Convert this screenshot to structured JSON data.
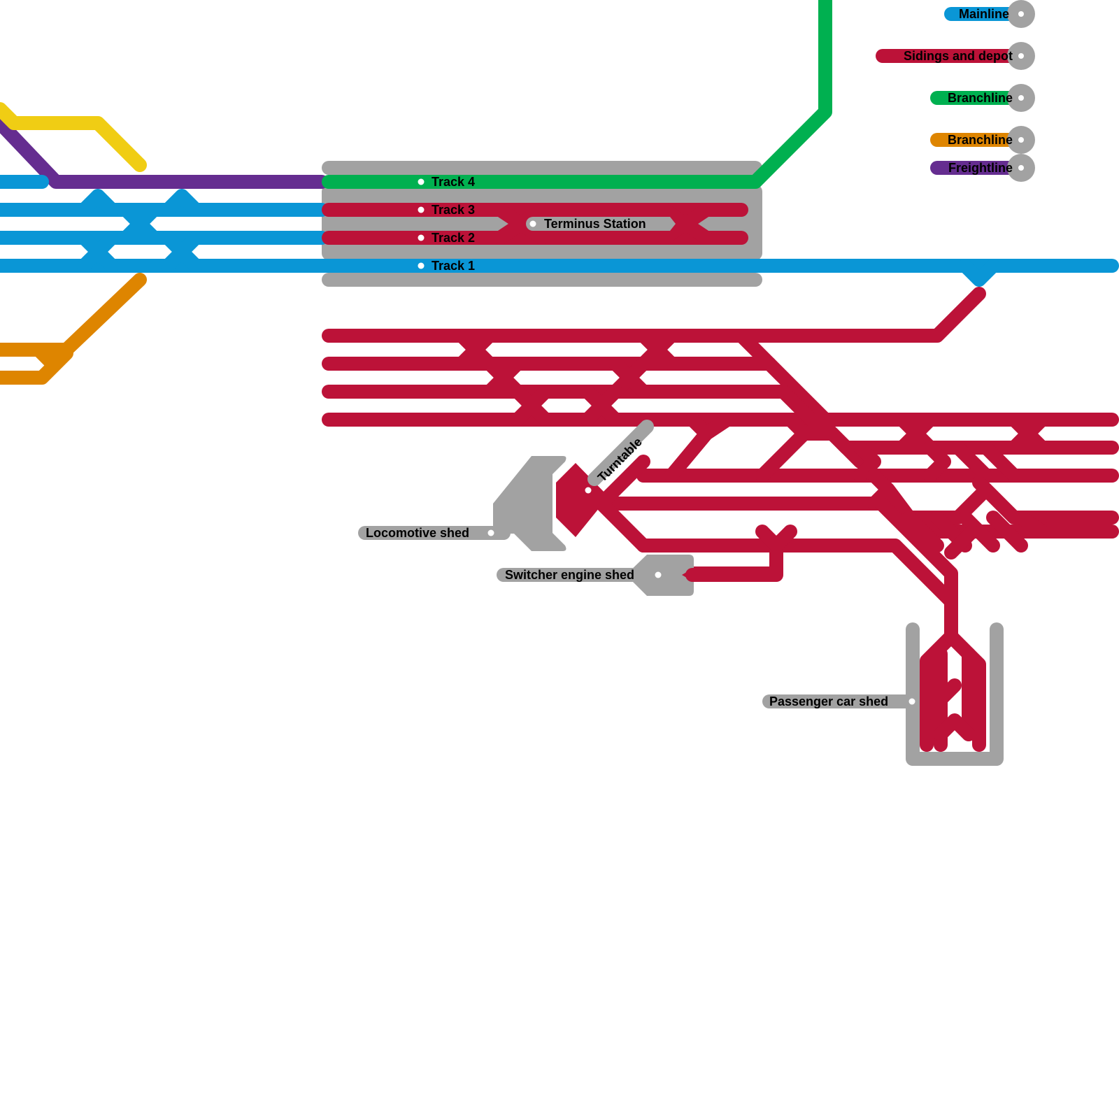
{
  "diagram": {
    "type": "railway-track-schematic",
    "colors": {
      "mainline": "#0a96d6",
      "sidings": "#bc1238",
      "branch_green": "#00b050",
      "branch_orange": "#de8500",
      "freight": "#652d90",
      "yellow_line": "#f0cd14",
      "platform": "#a2a2a2",
      "station_dot": "#ffffff",
      "label_text": "#000000"
    }
  },
  "legend": [
    {
      "label": "Mainline",
      "color": "#0a96d6"
    },
    {
      "label": "Sidings and depot",
      "color": "#bc1238"
    },
    {
      "label": "Branchline",
      "color": "#00b050"
    },
    {
      "label": "Branchline",
      "color": "#de8500"
    },
    {
      "label": "Freightline",
      "color": "#652d90"
    }
  ],
  "station": {
    "name": "Terminus Station",
    "tracks": [
      {
        "label": "Track 4",
        "line": "Branchline (green)"
      },
      {
        "label": "Track 3",
        "line": "Sidings and depot"
      },
      {
        "label": "Track 2",
        "line": "Sidings and depot"
      },
      {
        "label": "Track 1",
        "line": "Mainline"
      }
    ]
  },
  "facilities": [
    {
      "label": "Turntable"
    },
    {
      "label": "Locomotive shed"
    },
    {
      "label": "Switcher engine shed"
    },
    {
      "label": "Passenger car shed"
    }
  ]
}
